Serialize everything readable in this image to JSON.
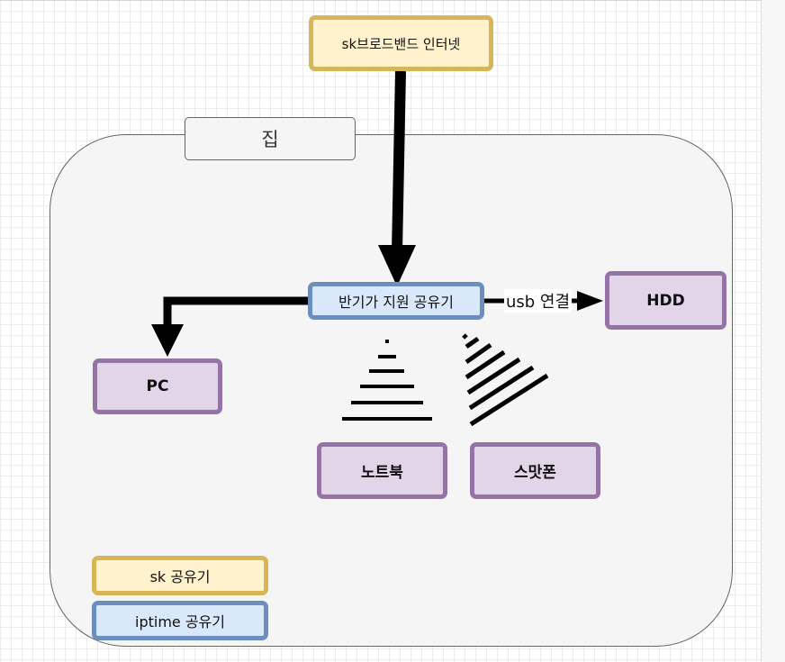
{
  "title": "집",
  "nodes": {
    "internet": "sk브로드밴드 인터넷",
    "router": "반기가 지원 공유기",
    "hdd": "HDD",
    "pc": "PC",
    "laptop": "노트북",
    "phone": "스맛폰"
  },
  "edges": {
    "usb_label": "usb 연결"
  },
  "legend": {
    "sk": "sk 공유기",
    "iptime": "iptime 공유기"
  },
  "colors": {
    "yellow_fill": "#fff2cc",
    "yellow_border": "#d6b656",
    "blue_fill": "#dae8fc",
    "blue_border": "#6c8ebf",
    "purple_fill": "#e1d5e7",
    "purple_border": "#9673a6"
  }
}
